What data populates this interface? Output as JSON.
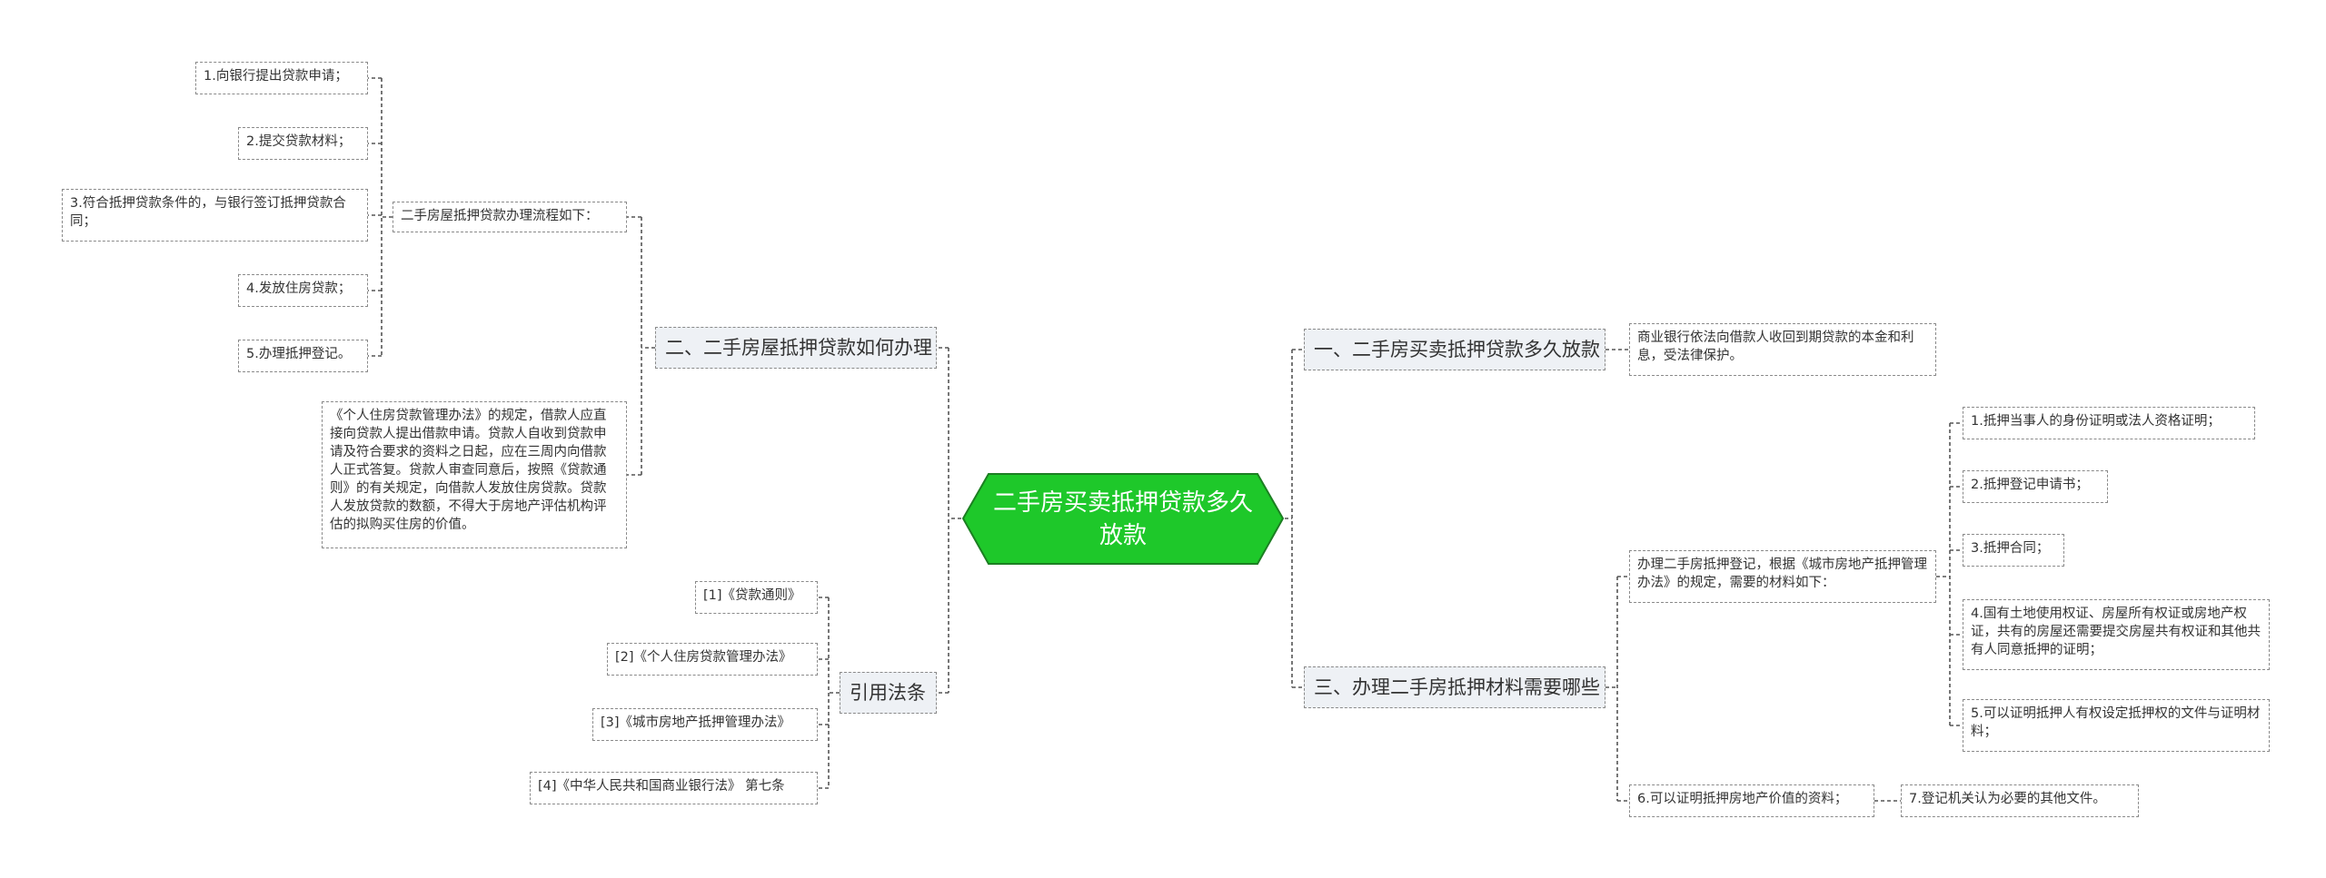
{
  "theme": {
    "root_fill": "#1ec82a",
    "root_stroke": "#1c7f22",
    "line_color": "#555555",
    "branch_fill": "#eef1f5"
  },
  "root": {
    "label": "二手房买卖抵押贷款多久放款"
  },
  "left": {
    "b2": {
      "label": "二、二手房屋抵押贷款如何办理",
      "process": {
        "label": "二手房屋抵押贷款办理流程如下：",
        "steps": [
          "1.向银行提出贷款申请；",
          "2.提交贷款材料；",
          "3.符合抵押贷款条件的，与银行签订抵押贷款合同；",
          "4.发放住房贷款；",
          "5.办理抵押登记。"
        ]
      },
      "regulation": "《个人住房贷款管理办法》的规定，借款人应直接向贷款人提出借款申请。贷款人自收到贷款申请及符合要求的资料之日起，应在三周内向借款人正式答复。贷款人审查同意后，按照《贷款通则》的有关规定，向借款人发放住房贷款。贷款人发放贷款的数额，不得大于房地产评估机构评估的拟购买住房的价值。"
    },
    "refs": {
      "label": "引用法条",
      "items": [
        "[1]《贷款通则》",
        "[2]《个人住房贷款管理办法》",
        "[3]《城市房地产抵押管理办法》",
        "[4]《中华人民共和国商业银行法》 第七条"
      ]
    }
  },
  "right": {
    "b1": {
      "label": "一、二手房买卖抵押贷款多久放款",
      "detail": "商业银行依法向借款人收回到期贷款的本金和利息，受法律保护。"
    },
    "b3": {
      "label": "三、办理二手房抵押材料需要哪些",
      "materials": {
        "label": "办理二手房抵押登记，根据《城市房地产抵押管理办法》的规定，需要的材料如下：",
        "items": [
          "1.抵押当事人的身份证明或法人资格证明；",
          "2.抵押登记申请书；",
          "3.抵押合同；",
          "4.国有土地使用权证、房屋所有权证或房地产权证，共有的房屋还需要提交房屋共有权证和其他共有人同意抵押的证明；",
          "5.可以证明抵押人有权设定抵押权的文件与证明材料；"
        ]
      },
      "value_proof": {
        "label": "6.可以证明抵押房地产价值的资料；",
        "child": "7.登记机关认为必要的其他文件。"
      }
    }
  }
}
